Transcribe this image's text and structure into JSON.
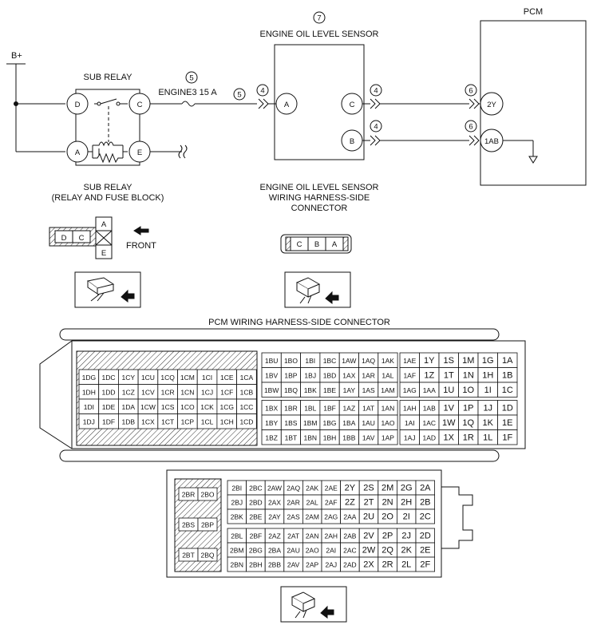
{
  "labels": {
    "b_plus": "B+",
    "sub_relay_top": "SUB RELAY",
    "sub_relay_bottom_1": "SUB RELAY",
    "sub_relay_bottom_2": "(RELAY AND FUSE BLOCK)",
    "fuse": "ENGINE3 15 A",
    "sensor_title": "ENGINE OIL LEVEL SENSOR",
    "pcm": "PCM",
    "sensor_conn_1": "ENGINE OIL LEVEL SENSOR",
    "sensor_conn_2": "WIRING HARNESS-SIDE",
    "sensor_conn_3": "CONNECTOR",
    "front": "FRONT",
    "pcm_conn": "PCM WIRING HARNESS-SIDE CONNECTOR"
  },
  "callouts": {
    "n7": "7",
    "n5a": "5",
    "n5b": "5",
    "n4a": "4",
    "n4b": "4",
    "n4c": "4",
    "n6a": "6",
    "n6b": "6"
  },
  "pins": {
    "relay_d": "D",
    "relay_c": "C",
    "relay_a": "A",
    "relay_e": "E",
    "sensor_a": "A",
    "sensor_c": "C",
    "sensor_b": "B",
    "pcm_2y": "2Y",
    "pcm_1ab": "1AB"
  },
  "relay_connector": {
    "d": "D",
    "c": "C",
    "a": "A",
    "e": "E"
  },
  "sensor_connector": {
    "c": "C",
    "b": "B",
    "a": "A"
  },
  "pcm_connector_1": {
    "left_rows": [
      [
        "1DG",
        "1DC",
        "1CY",
        "1CU",
        "1CQ",
        "1CM",
        "1CI",
        "1CE",
        "1CA"
      ],
      [
        "1DH",
        "1DD",
        "1CZ",
        "1CV",
        "1CR",
        "1CN",
        "1CJ",
        "1CF",
        "1CB"
      ],
      [
        "1DI",
        "1DE",
        "1DA",
        "1CW",
        "1CS",
        "1CO",
        "1CK",
        "1CG",
        "1CC"
      ],
      [
        "1DJ",
        "1DF",
        "1DB",
        "1CX",
        "1CT",
        "1CP",
        "1CL",
        "1CH",
        "1CD"
      ]
    ],
    "mid_rows": [
      [
        "1BU",
        "1BO",
        "1BI",
        "1BC",
        "1AW",
        "1AQ",
        "1AK"
      ],
      [
        "1BV",
        "1BP",
        "1BJ",
        "1BD",
        "1AX",
        "1AR",
        "1AL"
      ],
      [
        "1BW",
        "1BQ",
        "1BK",
        "1BE",
        "1AY",
        "1AS",
        "1AM"
      ],
      [
        "1BX",
        "1BR",
        "1BL",
        "1BF",
        "1AZ",
        "1AT",
        "1AN"
      ],
      [
        "1BY",
        "1BS",
        "1BM",
        "1BG",
        "1BA",
        "1AU",
        "1AO"
      ],
      [
        "1BZ",
        "1BT",
        "1BN",
        "1BH",
        "1BB",
        "1AV",
        "1AP"
      ]
    ],
    "right_rows": [
      [
        "1AE",
        "1Y",
        "1S",
        "1M",
        "1G",
        "1A"
      ],
      [
        "1AF",
        "1Z",
        "1T",
        "1N",
        "1H",
        "1B"
      ],
      [
        "1AG",
        "1AA",
        "1U",
        "1O",
        "1I",
        "1C"
      ],
      [
        "1AH",
        "1AB",
        "1V",
        "1P",
        "1J",
        "1D"
      ],
      [
        "1AI",
        "1AC",
        "1W",
        "1Q",
        "1K",
        "1E"
      ],
      [
        "1AJ",
        "1AD",
        "1X",
        "1R",
        "1L",
        "1F"
      ]
    ]
  },
  "pcm_connector_2": {
    "left": [
      "2BR",
      "2BO",
      "2BS",
      "2BP",
      "2BT",
      "2BQ"
    ],
    "rows": [
      [
        "2BI",
        "2BC",
        "2AW",
        "2AQ",
        "2AK",
        "2AE",
        "2Y",
        "2S",
        "2M",
        "2G",
        "2A"
      ],
      [
        "2BJ",
        "2BD",
        "2AX",
        "2AR",
        "2AL",
        "2AF",
        "2Z",
        "2T",
        "2N",
        "2H",
        "2B"
      ],
      [
        "2BK",
        "2BE",
        "2AY",
        "2AS",
        "2AM",
        "2AG",
        "2AA",
        "2U",
        "2O",
        "2I",
        "2C"
      ],
      [
        "2BL",
        "2BF",
        "2AZ",
        "2AT",
        "2AN",
        "2AH",
        "2AB",
        "2V",
        "2P",
        "2J",
        "2D"
      ],
      [
        "2BM",
        "2BG",
        "2BA",
        "2AU",
        "2AO",
        "2AI",
        "2AC",
        "2W",
        "2Q",
        "2K",
        "2E"
      ],
      [
        "2BN",
        "2BH",
        "2BB",
        "2AV",
        "2AP",
        "2AJ",
        "2AD",
        "2X",
        "2R",
        "2L",
        "2F"
      ]
    ]
  }
}
